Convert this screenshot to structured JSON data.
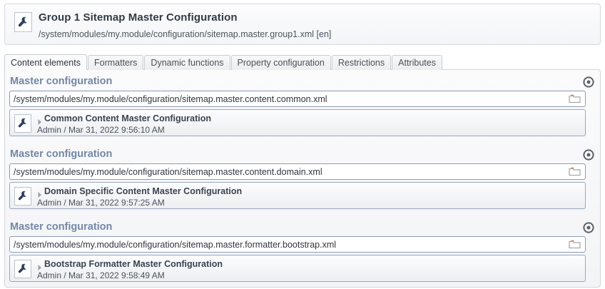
{
  "header": {
    "icon": "wrench-icon",
    "title": "Group 1 Sitemap Master Configuration",
    "subtitle": "/system/modules/my.module/configuration/sitemap.master.group1.xml [en]"
  },
  "tabs": [
    {
      "label": "Content elements",
      "active": true
    },
    {
      "label": "Formatters",
      "active": false
    },
    {
      "label": "Dynamic functions",
      "active": false
    },
    {
      "label": "Property configuration",
      "active": false
    },
    {
      "label": "Restrictions",
      "active": false
    },
    {
      "label": "Attributes",
      "active": false
    }
  ],
  "sections": [
    {
      "label": "Master configuration",
      "path_value": "/system/modules/my.module/configuration/sitemap.master.content.common.xml",
      "path_placeholder": "",
      "browse_icon": "folder-icon",
      "locate_icon": "target-icon",
      "item": {
        "icon": "wrench-icon",
        "caret": "caret-right-icon",
        "title": "Common Content Master Configuration",
        "meta": "Admin / Mar 31, 2022 9:56:10 AM"
      }
    },
    {
      "label": "Master configuration",
      "path_value": "/system/modules/my.module/configuration/sitemap.master.content.domain.xml",
      "path_placeholder": "",
      "browse_icon": "folder-icon",
      "locate_icon": "target-icon",
      "item": {
        "icon": "wrench-icon",
        "caret": "caret-right-icon",
        "title": "Domain Specific Content Master Configuration",
        "meta": "Admin / Mar 31, 2022 9:57:25 AM"
      }
    },
    {
      "label": "Master configuration",
      "path_value": "/system/modules/my.module/configuration/sitemap.master.formatter.bootstrap.xml",
      "path_placeholder": "",
      "browse_icon": "folder-icon",
      "locate_icon": "target-icon",
      "item": {
        "icon": "wrench-icon",
        "caret": "caret-right-icon",
        "title": "Bootstrap Formatter Master Configuration",
        "meta": "Admin / Mar 31, 2022 9:58:49 AM"
      }
    }
  ],
  "colors": {
    "section_heading": "#7287a6",
    "title_text": "#313a45",
    "wrench": "#2c3e5c",
    "folder_tab": "#c69a6b",
    "panel_border": "#d0d5db",
    "input_border": "#8a9bb5"
  }
}
